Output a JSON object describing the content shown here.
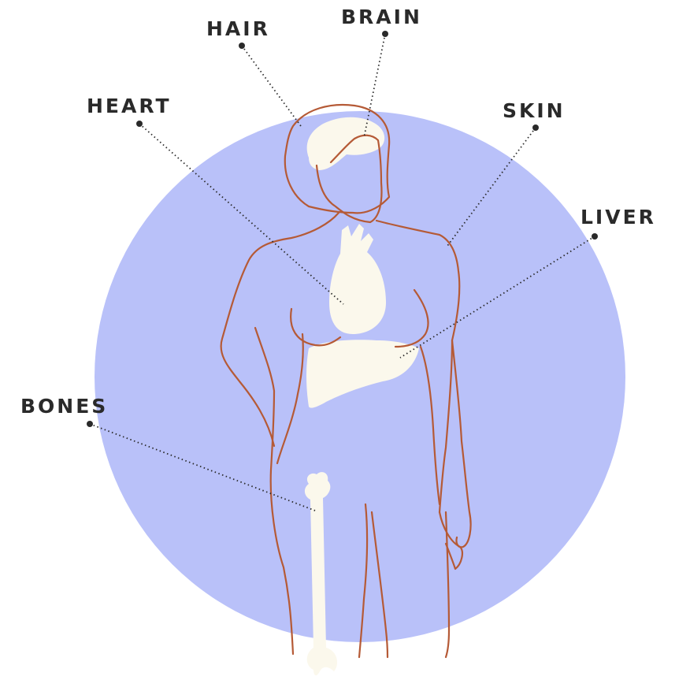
{
  "colors": {
    "circle": "#b9c1f9",
    "outline": "#b55a36",
    "organ": "#fbf8ec",
    "leader": "#2a2a2a"
  },
  "labels": {
    "hair": "HAIR",
    "brain": "BRAIN",
    "heart": "HEART",
    "skin": "SKIN",
    "liver": "LIVER",
    "bones": "BONES"
  }
}
